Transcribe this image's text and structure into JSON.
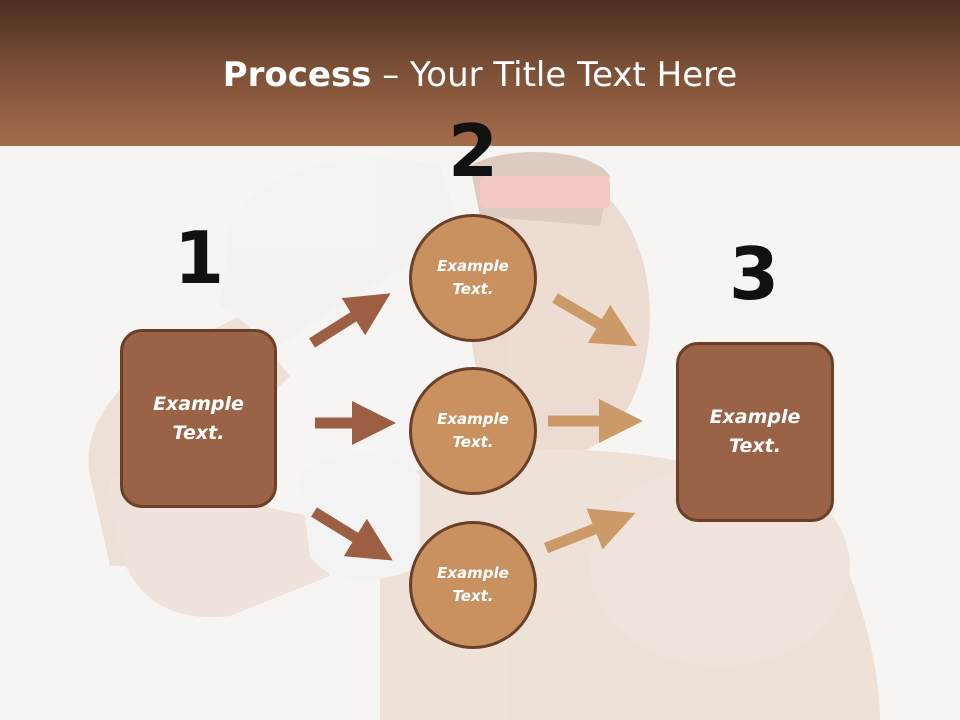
{
  "header": {
    "title_bold": "Process",
    "title_rest": " – Your Title Text Here"
  },
  "steps": {
    "one": "1",
    "two": "2",
    "three": "3"
  },
  "left_box": {
    "label": "Example\nText."
  },
  "right_box": {
    "label": "Example\nText."
  },
  "circles": [
    {
      "label": "Example\nText."
    },
    {
      "label": "Example\nText."
    },
    {
      "label": "Example\nText."
    }
  ],
  "colors": {
    "box_fill": "#9a6246",
    "circle_fill": "#c9915f",
    "arrow_left": "#9c5f43",
    "arrow_right": "#cc9a68"
  }
}
